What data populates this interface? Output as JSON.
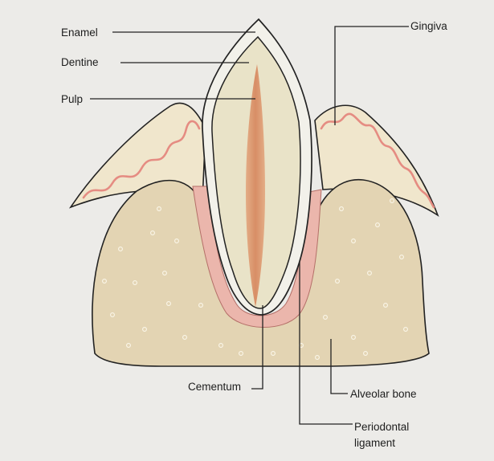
{
  "diagram": {
    "labels": {
      "enamel": "Enamel",
      "dentine": "Dentine",
      "pulp": "Pulp",
      "gingiva": "Gingiva",
      "cementum": "Cementum",
      "alveolar_bone": "Alveolar bone",
      "periodontal_ligament_line1": "Periodontal",
      "periodontal_ligament_line2": "ligament"
    },
    "colors": {
      "page_background": "#ecebe8",
      "bone": "#e3d4b3",
      "dentine": "#e9e3c8",
      "enamel": "#f2f1ea",
      "pulp": "#dc9a72",
      "gingiva_line": "#e58c82",
      "periodontal_ligament": "#ebb6ac",
      "outline": "#222222"
    }
  }
}
